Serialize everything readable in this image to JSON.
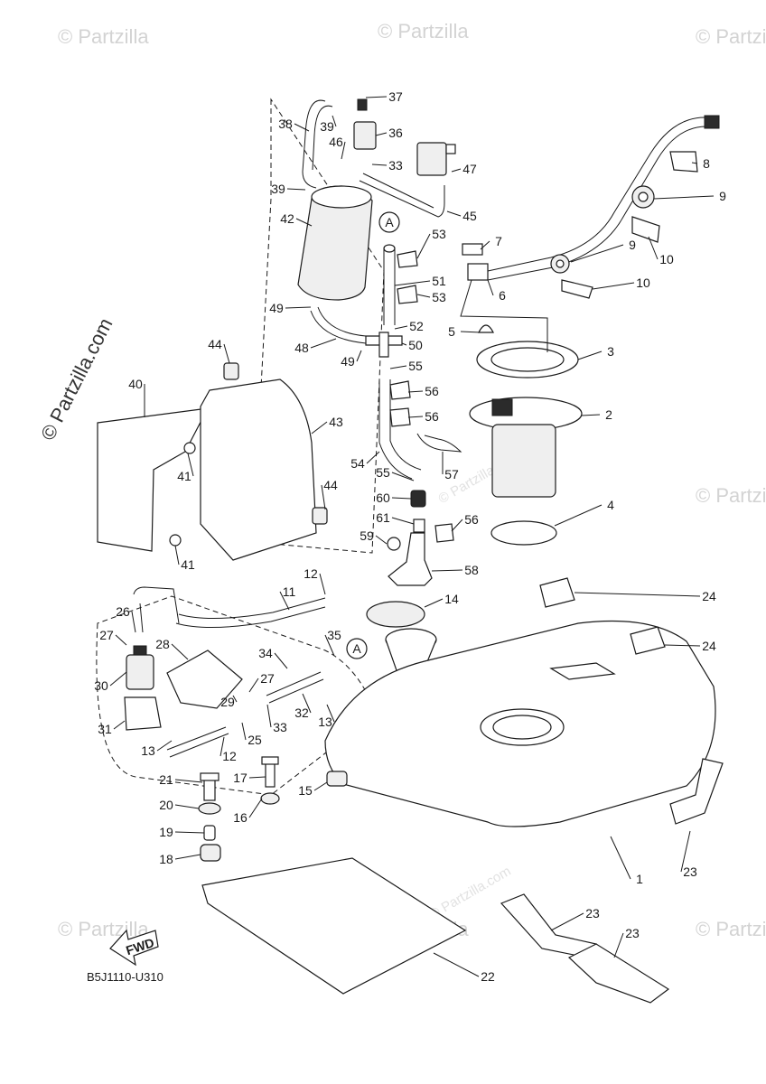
{
  "watermark": {
    "text": "© Partzilla",
    "mid_text": "© Partzilla.com",
    "side_text": "© Partzilla.com"
  },
  "diagram_code": "B5J1110-U310",
  "fwd_label": "FWD",
  "ref_label_a": "A",
  "callouts": [
    "37",
    "36",
    "38",
    "39",
    "46",
    "33",
    "47",
    "8",
    "39",
    "45",
    "9",
    "42",
    "A",
    "53",
    "7",
    "9",
    "10",
    "10",
    "51",
    "53",
    "6",
    "49",
    "52",
    "5",
    "3",
    "48",
    "50",
    "49",
    "55",
    "44",
    "56",
    "40",
    "2",
    "56",
    "43",
    "57",
    "54",
    "55",
    "41",
    "60",
    "4",
    "44",
    "61",
    "56",
    "59",
    "58",
    "41",
    "12",
    "11",
    "14",
    "24",
    "26",
    "35",
    "A",
    "24",
    "27",
    "28",
    "34",
    "27",
    "30",
    "29",
    "32",
    "33",
    "13",
    "31",
    "25",
    "13",
    "12",
    "21",
    "17",
    "15",
    "20",
    "16",
    "19",
    "18",
    "1",
    "23",
    "23",
    "23",
    "22"
  ]
}
